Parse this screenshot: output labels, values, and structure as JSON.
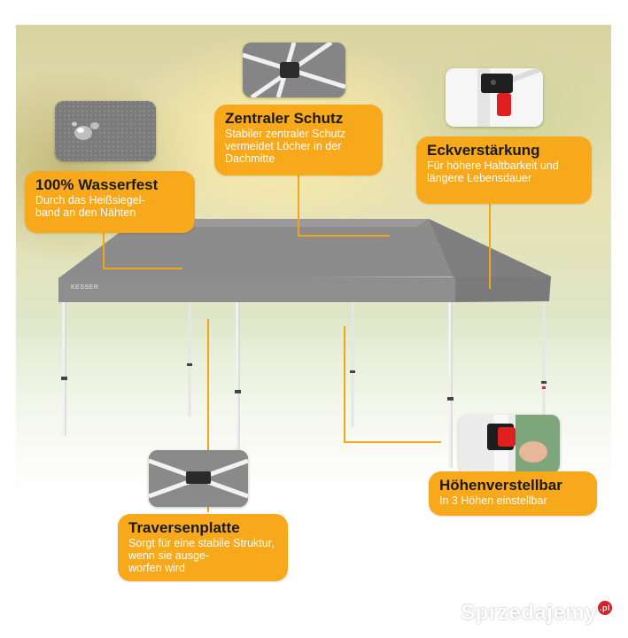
{
  "brand_mark": "KESSER",
  "callouts": {
    "waterproof": {
      "title": "100% Wasserfest",
      "text": "Durch das Heißsiegel-\nband an den Nähten",
      "icon": "water-drop-fabric-icon"
    },
    "central": {
      "title": "Zentraler Schutz",
      "text": "Stabiler zentraler Schutz vermeidet Löcher in der Dachmitte",
      "icon": "central-joint-photo"
    },
    "corner": {
      "title": "Eckverstärkung",
      "text": "Für höhere Haltbarkeit und längere Lebensdauer",
      "icon": "corner-bracket-photo"
    },
    "height": {
      "title": "Höhenverstellbar",
      "text": "In 3 Höhen einstellbar",
      "icon": "height-lock-photo"
    },
    "truss": {
      "title": "Traversenplatte",
      "text": "Sorgt für eine stabile Struktur, wenn sie ausge-\nworfen wird",
      "icon": "truss-plate-photo"
    }
  },
  "watermark": {
    "text": "Sprzedajemy",
    "tld": ".pl"
  },
  "colors": {
    "accent": "#f7a81b",
    "canopy": "#8f8f8f",
    "canopy_dark": "#7d7d7d",
    "title_text": "#1a1a1a",
    "body_text": "#ffffff"
  }
}
